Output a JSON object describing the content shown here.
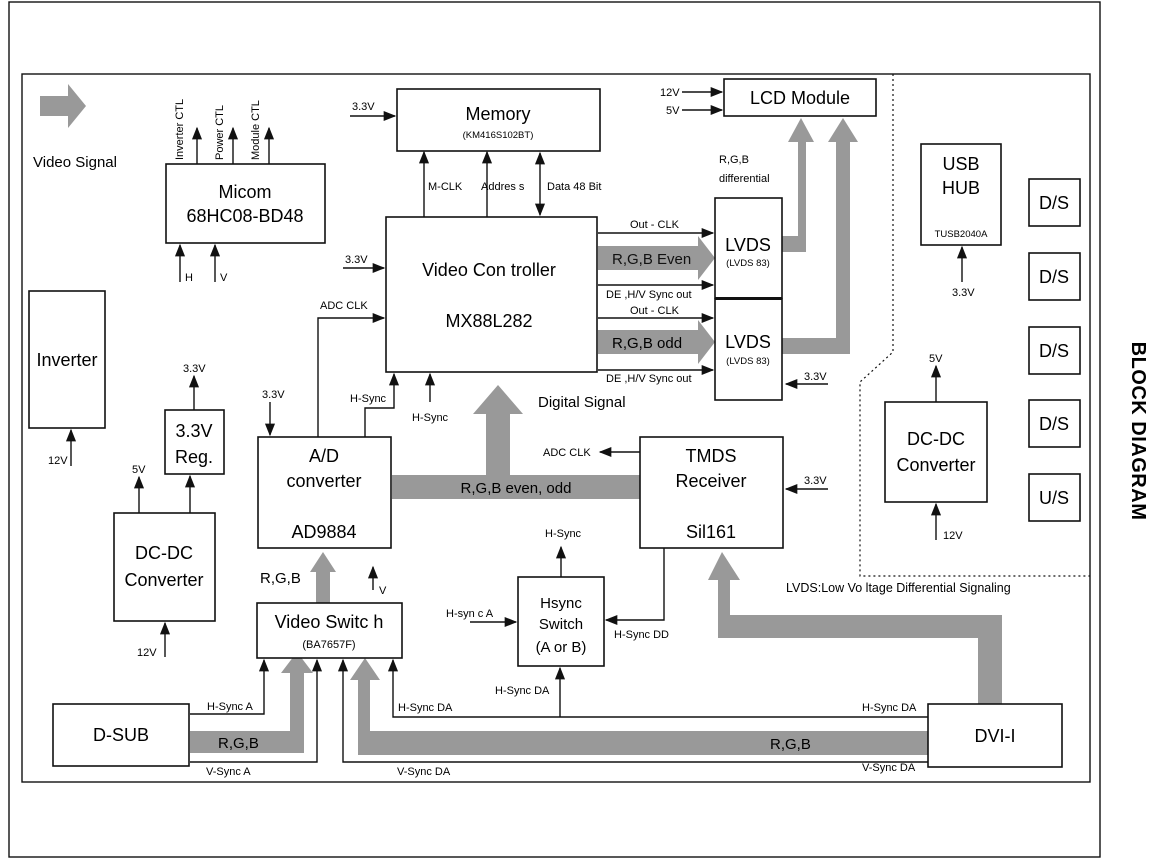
{
  "title": "BLOCK DIAGRAM",
  "legend": {
    "video_signal": "Video Signal"
  },
  "micom": {
    "line1": "Micom",
    "line2": "68HC08-BD48",
    "outputs": [
      "Inverter CTL",
      "Power CTL",
      "Module CTL"
    ],
    "inputs": [
      "H",
      "V"
    ]
  },
  "memory": {
    "name": "Memory",
    "part": "(KM416S102BT)",
    "supply": "3.3V"
  },
  "lcd": {
    "name": "LCD Module",
    "supply1": "12V",
    "supply2": "5V"
  },
  "usb": {
    "line1": "USB",
    "line2": "HUB",
    "part": "TUSB2040A",
    "supply": "3.3V"
  },
  "ports": [
    "D/S",
    "D/S",
    "D/S",
    "D/S",
    "U/S"
  ],
  "dcdc_right": {
    "line1": "DC-DC",
    "line2": "Converter",
    "out": "5V",
    "in": "12V"
  },
  "inverter": {
    "name": "Inverter",
    "supply": "12V"
  },
  "reg": {
    "line1": "3.3V",
    "line2": "Reg.",
    "out": "3.3V"
  },
  "dcdc_left": {
    "line1": "DC-DC",
    "line2": "Converter",
    "out": "5V",
    "in": "12V"
  },
  "video_controller": {
    "line1": "Video Con troller",
    "line2": "MX88L282",
    "supply": "3.3V",
    "m_clk": "M-CLK",
    "address": "Addres s",
    "data": "Data 48 Bit",
    "adc_clk": "ADC CLK",
    "h_sync1": "H-Sync",
    "h_sync2": "H-Sync"
  },
  "lvds_top": {
    "name": "LVDS",
    "part": "(LVDS 83)",
    "out_clk": "Out - CLK",
    "bus": "R,G,B Even",
    "de": "DE ,H/V Sync out"
  },
  "lvds_bottom": {
    "name": "LVDS",
    "part": "(LVDS 83)",
    "out_clk": "Out - CLK",
    "bus": "R,G,B odd",
    "de": "DE ,H/V Sync out",
    "supply": "3.3V"
  },
  "rgb_diff": {
    "line1": "R,G,B",
    "line2": "differential"
  },
  "digital_signal": "Digital  Signal",
  "ad": {
    "line1": "A/D",
    "line2": "converter",
    "line3": "AD9884",
    "supply": "3.3V"
  },
  "rgb_even_odd": "R,G,B even, odd",
  "tmds": {
    "line1": "TMDS",
    "line2": "Receiver",
    "line3": "Sil161",
    "supply": "3.3V",
    "adc_clk": "ADC CLK"
  },
  "video_switch": {
    "name": "Video Switc  h",
    "part": "(BA7657F)",
    "rgb": "R,G,B",
    "v": "V"
  },
  "hsync_switch": {
    "line1": "Hsync",
    "line2": "Switch",
    "line3": "(A or B)",
    "h_sync_out": "H-Sync",
    "h_sync_a": "H-syn c A",
    "h_sync_dd": "H-Sync DD",
    "h_sync_da": "H-Sync DA"
  },
  "dsub": {
    "name": "D-SUB",
    "h_sync_a": "H-Sync A",
    "rgb": "R,G,B",
    "v_sync_a": "V-Sync  A"
  },
  "dvi": {
    "name": "DVI-I",
    "h_sync_da": "H-Sync DA",
    "v_sync_da": "V-Sync DA",
    "rgb": "R,G,B"
  },
  "v_sync_da_left": "V-Sync DA",
  "h_sync_da_left": "H-Sync DA",
  "lvds_note": "LVDS:Low Vo ltage Differential   Signaling"
}
